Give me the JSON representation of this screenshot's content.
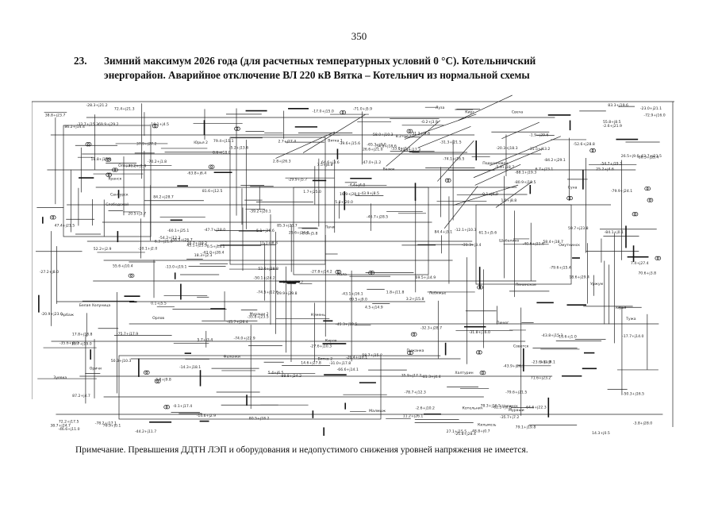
{
  "page_number": "350",
  "heading": {
    "number": "23.",
    "line1": "Зимний максимум 2026 года (для расчетных температурных условий 0 °С). Котельничский",
    "line2": "энергорайон. Аварийное отключение ВЛ 220 кВ Вятка – Котельнич из нормальной схемы"
  },
  "diagram": {
    "labels": [
      "Пинюг",
      "Лала",
      "Опарино",
      "Мураши",
      "Луза",
      "Пачи",
      "Вазюк",
      "Котельнич",
      "Вятка 1",
      "Вятка 2",
      "Юрья",
      "Киров",
      "Свеча",
      "Шабалино",
      "Ленинское",
      "Суна",
      "Кумены",
      "Нолинск",
      "Оричи",
      "Мураши 2",
      "Подосиновец",
      "Кирс",
      "Советск",
      "Арбаж",
      "Яранск",
      "Санчурск",
      "Тужа",
      "Пижанка",
      "Лебяжье",
      "Уржум",
      "Малмыж",
      "Кильмезь",
      "Орлов",
      "Юрья 2",
      "Халтурин",
      "Слободской",
      "Белая Холуница",
      "Омутнинск",
      "Зуевка",
      "Фаленки"
    ]
  },
  "note": "Примечание. Превышения ДДТН ЛЭП и оборудования и недопустимого снижения уровней напряжения не имеется."
}
